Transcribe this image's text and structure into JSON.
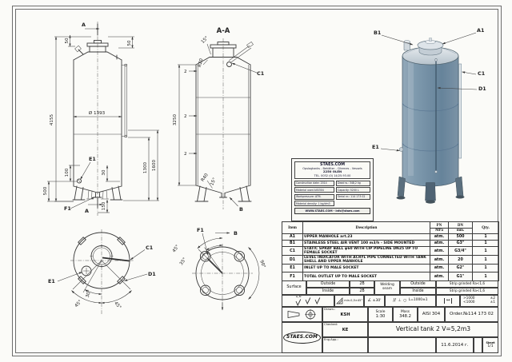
{
  "drawing": {
    "front": {
      "a_top": "A",
      "a_bot": "A",
      "e1": "E1",
      "f1": "F1",
      "dia": "Ø 1393",
      "h4155": "4155",
      "d50l": "50",
      "d50r": "50",
      "d100": "100",
      "d500": "500",
      "d30": "30",
      "d150": "150",
      "d1300": "1300",
      "d1600": "1600"
    },
    "section": {
      "title": "A-A",
      "c1": "C1",
      "b": "B",
      "h3250": "3250",
      "t_top": "2",
      "t_mid": "2",
      "t_bot": "2",
      "r20": "R20",
      "r40": "R40",
      "a15_top": "15°",
      "a15_bot": "15°"
    },
    "plan": {
      "c1": "C1",
      "d1": "D1",
      "e1": "E1",
      "a30": "30°",
      "a45l": "45°",
      "a45r": "45°"
    },
    "bottom": {
      "f1": "F1",
      "b": "B",
      "a45": "45°",
      "a35": "35°",
      "a90": "90°"
    },
    "iso": {
      "a1": "A1",
      "b1": "B1",
      "c1": "C1",
      "d1": "D1",
      "e1": "E1"
    }
  },
  "info_box": {
    "company": "STAES.COM",
    "tagline": "Opslagtanks - Behälter - Citernes - Vessels",
    "city": "2250 OLEN",
    "phone": "TEL. 0032 (0) 14/25.93.00",
    "f1": "Construction date: 2014",
    "f2": "Material used AISI304",
    "f3": "Workpressure: ATM.",
    "f4": "Material density: 1 kg/dm3",
    "g1": "Dead w.: 348,2 kg",
    "g2": "Capacity: 5200 L",
    "g3": "Serial nr.: 114 173 02",
    "web": "WWW.STAES.COM - info@staes.com"
  },
  "parts": {
    "header": {
      "item": "Item",
      "desc": "Description",
      "pn": "PN",
      "pn_u": "MPa",
      "dn": "DN",
      "dn_u": "mm.",
      "qty": "Qty."
    },
    "rows": [
      {
        "item": "A1",
        "desc": "UPPER MANHOLE art.23",
        "pn": "atm.",
        "dn": "500",
        "qty": "1"
      },
      {
        "item": "B1",
        "desc": "STAINLESS STEEL AIR VENT 100 m3/h  - SIDE MOUNTED",
        "pn": "atm.",
        "dn": "G3\"",
        "qty": "1"
      },
      {
        "item": "C1",
        "desc": "STATIC SPRAY BALL φ60 WITH CIP PIPELINE DN25 UP TO FEMALE SOCKET",
        "pn": "atm.",
        "dn": "G3/4\"",
        "qty": "1"
      },
      {
        "item": "D1",
        "desc": "LEVEL INDICATOR WITH ACRYL PIPE CONNECTED WITH TANK SHELL AND UPPER MANHOLE",
        "pn": "atm.",
        "dn": "20",
        "qty": "1"
      },
      {
        "item": "E1",
        "desc": "INLET UP TO MALE SOCKET",
        "pn": "atm.",
        "dn": "G2\"",
        "qty": "1"
      },
      {
        "item": "F1",
        "desc": "TOTAL OUTLET UP TO MALE SOCKET",
        "pn": "atm.",
        "dn": "G1\"",
        "qty": "1"
      }
    ]
  },
  "surface": {
    "label": "Surface",
    "out_l": "Outside",
    "out_v": "2B",
    "in_l": "Inside",
    "in_v": "2B",
    "weld_l": "Welding seam",
    "wout_l": "Outside",
    "wout_v": "Strip grinded Ra<1,6",
    "win_l": "Inside",
    "win_v": "Strip grinded Ra<1,6"
  },
  "symbols": {
    "ra_value": "1,6",
    "chamfer_text": "min.0,5×45°",
    "angle_icon": "∠",
    "angle_tol": "±30'",
    "parallel_icon": "//",
    "perp_icon": "⊥",
    "circle_icon": "○",
    "length_tol": "L=1000±1",
    "range_icon": "↔",
    "tol_hi_label": ">1000",
    "tol_hi_val": "±2",
    "tol_lo_label": "<1000",
    "tol_lo_val": "±1"
  },
  "title_block": {
    "drawn_l": "Drawn.:",
    "drawn_v": "KSH",
    "checked_l": "Checked:",
    "checked_v": "KE",
    "eng_l": "Eng.App.:",
    "scale_l": "Scale",
    "scale_v": "1:30",
    "mass_l": "Mass",
    "mass_v": "348.2",
    "material": "AISI 304",
    "order": "Order.№114 173 02",
    "title": "Vertical tank 2 V=5,2m3",
    "date": "11.6.2014 г.",
    "sheet_l": "Sheet",
    "sheet_v": "1/1",
    "logo": "STAES.COM"
  },
  "colors": {
    "tank_body": "#7e99ad",
    "tank_top": "#d8dfe4",
    "line": "#3b3b3b"
  }
}
